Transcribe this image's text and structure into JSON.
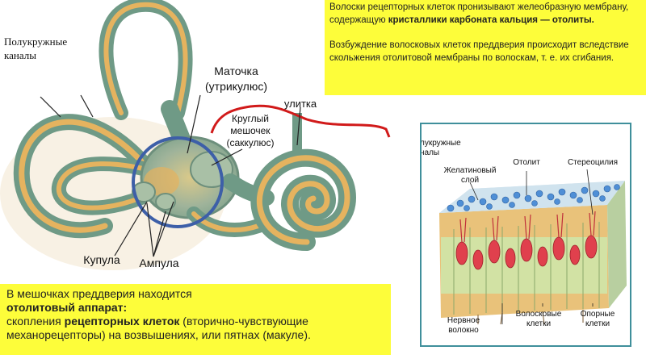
{
  "labels": {
    "canals": "Полукружные каналы",
    "utricle_title": "Маточка",
    "utricle_sub": "(утрикулюс)",
    "cochlea": "улитка",
    "saccule_1": "Круглый",
    "saccule_2": "мешочек",
    "saccule_3": "(саккулюс)",
    "cupula": "Купула",
    "ampulla": "Ампула"
  },
  "note_top": {
    "p1_a": "Волоски рецепторных клеток пронизывают желеобразную мембрану, содержащую ",
    "p1_b": "кристаллики карбоната кальция — отолиты.",
    "p2": "Возбуждение волосковых клеток преддверия происходит вследствие скольжения отолитовой мембраны по волоскам, т. е. их сгибания."
  },
  "note_bottom": {
    "line1": "В мешочках преддверия находится",
    "line2": "отолитовый аппарат:",
    "line3_a": "скопления ",
    "line3_b": "рецепторных клеток",
    "line3_c": " (вторично-чувствующие механорецепторы) на возвышениях, или пятнах (макуле)."
  },
  "detail": {
    "canals_1": "лукружные",
    "canals_2": "налы",
    "gel_1": "Желатиновый",
    "gel_2": "слой",
    "otolith": "Отолит",
    "stereocilia": "Стереоцилия",
    "nerve_1": "Нервное",
    "nerve_2": "волокно",
    "hair_1": "Волосковые",
    "hair_2": "клетки",
    "support_1": "Опорные",
    "support_2": "клетки"
  },
  "colors": {
    "note_bg": "#fdfd3a",
    "tube_green": "#7aa08a",
    "tube_yellow": "#e6b25e",
    "circle_blue": "#3d5fa8",
    "red_line": "#d11a1a",
    "panel_border": "#3f8f9b"
  }
}
